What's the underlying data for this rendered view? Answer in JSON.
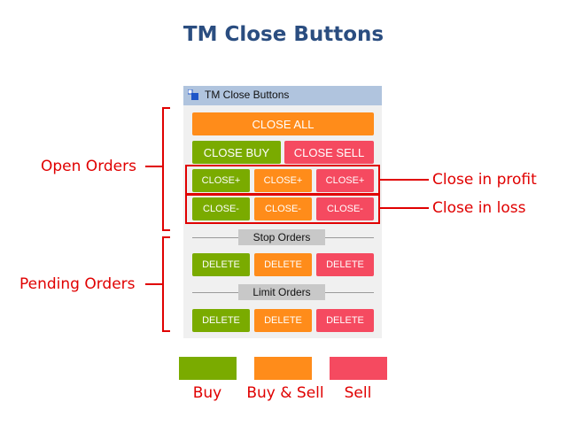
{
  "title": "TM Close Buttons",
  "panel": {
    "title": "TM Close Buttons",
    "close_all": "CLOSE ALL",
    "close_buy": "CLOSE BUY",
    "close_sell": "CLOSE SELL",
    "profit_row": [
      "CLOSE+",
      "CLOSE+",
      "CLOSE+"
    ],
    "loss_row": [
      "CLOSE-",
      "CLOSE-",
      "CLOSE-"
    ],
    "stop_orders_label": "Stop Orders",
    "stop_delete": [
      "DELETE",
      "DELETE",
      "DELETE"
    ],
    "limit_orders_label": "Limit Orders",
    "limit_delete": [
      "DELETE",
      "DELETE",
      "DELETE"
    ]
  },
  "annotations": {
    "open_orders": "Open Orders",
    "pending_orders": "Pending Orders",
    "close_in_profit": "Close in profit",
    "close_in_loss": "Close in loss"
  },
  "legend": [
    {
      "label": "Buy",
      "color": "#7aab00"
    },
    {
      "label": "Buy & Sell",
      "color": "#ff8c1a"
    },
    {
      "label": "Sell",
      "color": "#f54a60"
    }
  ],
  "colors": {
    "buy": "#7aab00",
    "both": "#ff8c1a",
    "sell": "#f54a60",
    "annotation": "#e00000",
    "title": "#2a4d80"
  },
  "icons": {
    "panel": "window-icon"
  }
}
